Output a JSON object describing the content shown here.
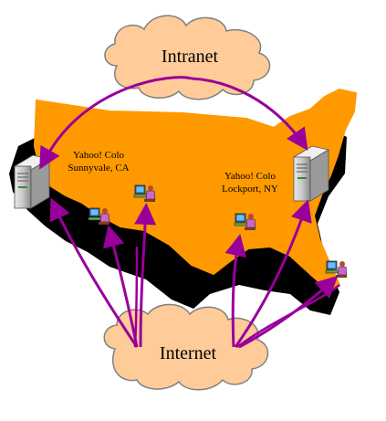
{
  "clouds": {
    "intranet": {
      "label": "Intranet"
    },
    "internet": {
      "label": "Internet"
    }
  },
  "datacenters": {
    "west": {
      "line1": "Yahoo! Colo",
      "line2": "Sunnyvale, CA"
    },
    "east": {
      "line1": "Yahoo! Colo",
      "line2": "Lockport, NY"
    }
  },
  "colors": {
    "map_fill": "#FF9900",
    "map_shadow": "#000000",
    "cloud_fill": "#FFCC99",
    "cloud_stroke": "#808080",
    "arrow": "#990099",
    "server_body": "#C0C0C0"
  },
  "icons": {
    "server": "server-tower-icon",
    "user": "user-at-computer-icon",
    "cloud": "cloud-icon"
  }
}
